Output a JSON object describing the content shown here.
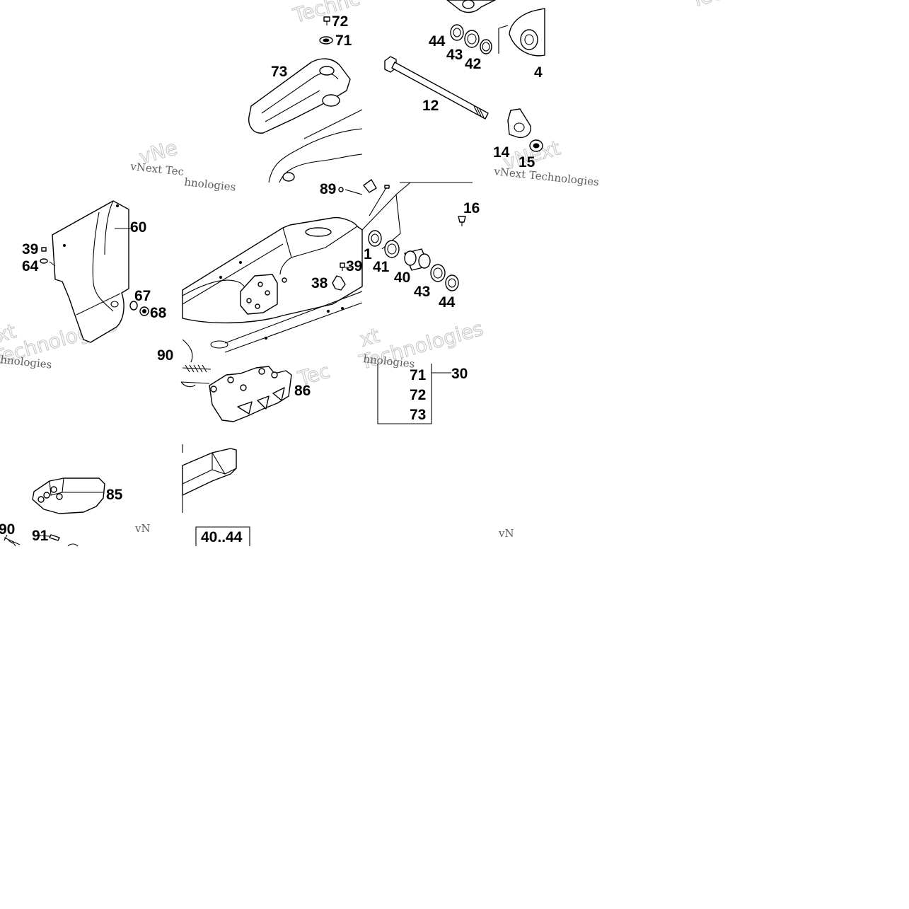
{
  "diagram": {
    "watermark": {
      "caption": "vNext Technologies",
      "caption_fragments": [
        "vNext Tec",
        "hnologies",
        "vN"
      ],
      "outline_fragments": [
        "Technc",
        "vNe",
        "xt",
        "Technologies",
        "Tec",
        "xt",
        "vNext",
        "Technologies"
      ]
    },
    "callouts": {
      "c72a": "72",
      "c71a": "71",
      "c73a": "73",
      "c44a": "44",
      "c43a": "43",
      "c42": "42",
      "c4x": "4",
      "c12": "12",
      "c14": "14",
      "c15": "15",
      "c89": "89",
      "c16": "16",
      "c60": "60",
      "c39a": "39",
      "c64": "64",
      "c67": "67",
      "c68": "68",
      "c39b": "39",
      "c38": "38",
      "c1": "1",
      "c41": "41",
      "c40": "40",
      "c43b": "43",
      "c44b": "44",
      "c90a": "90",
      "c86": "86",
      "c85": "85",
      "c90b": "90",
      "c91": "91"
    },
    "kit_30": {
      "items": [
        "71",
        "72",
        "73"
      ],
      "label": "30"
    },
    "kit_40_44": {
      "label": "40..44"
    }
  }
}
